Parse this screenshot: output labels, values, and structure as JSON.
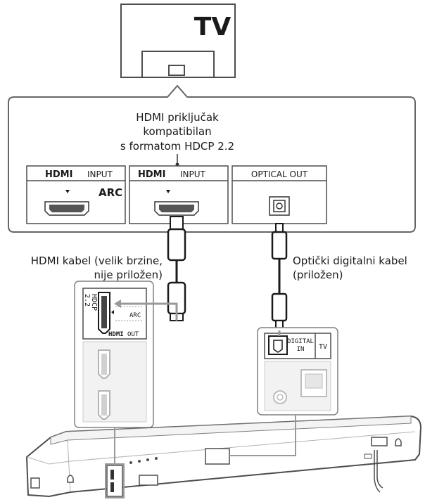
{
  "tv": {
    "label": "TV"
  },
  "callout": {
    "line1": "HDMI priključak",
    "line2": "kompatibilan",
    "line3": "s formatom HDCP 2.2"
  },
  "ports": {
    "arc_input": {
      "hdmi_logo": "HDMI",
      "label": "INPUT",
      "badge": "ARC"
    },
    "hdmi_input": {
      "hdmi_logo": "HDMI",
      "label": "INPUT"
    },
    "optical_out": {
      "label": "OPTICAL OUT"
    }
  },
  "cables": {
    "hdmi": {
      "line1": "HDMI kabel (velik brzine,",
      "line2": "nije priložen)"
    },
    "optical": {
      "line1": "Optički digitalni kabel",
      "line2": "(priložen)"
    }
  },
  "soundbar": {
    "hdcp_line1": "HDCP",
    "hdcp_line2": "2.2",
    "arc_label": "ARC",
    "hdmi_out_logo": "HDMI",
    "hdmi_out_label": "OUT",
    "digital_line1": "DIGITAL",
    "digital_line2": "IN",
    "tv_label": "TV"
  },
  "colors": {
    "stroke": "#4d4d4d",
    "fill_light": "#f2f2f2",
    "cable": "#1a1a1a"
  }
}
